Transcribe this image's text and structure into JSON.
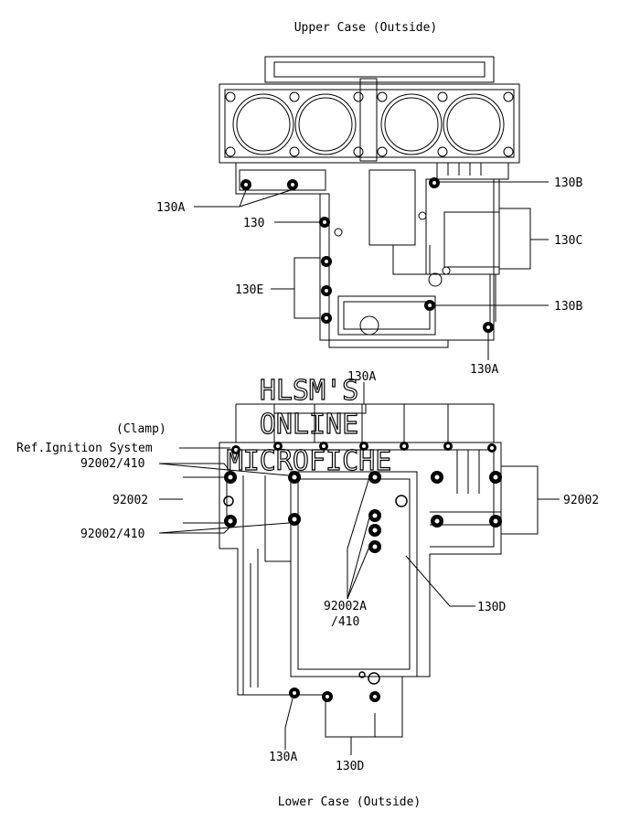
{
  "titles": {
    "upper": "Upper Case (Outside)",
    "lower": "Lower Case (Outside)"
  },
  "watermark": {
    "line1": "HLSM'S",
    "line2": "ONLINE",
    "line3": "MICROFICHE"
  },
  "upper_labels": {
    "l130A_left": "130A",
    "l130": "130",
    "l130E": "130E",
    "l130B_top": "130B",
    "l130C": "130C",
    "l130B_mid": "130B",
    "l130A_bottom": "130A"
  },
  "lower_labels": {
    "l130A_top": "130A",
    "clamp": "(Clamp)",
    "ref_ignition": "Ref.Ignition System",
    "l92002_410_top": "92002/410",
    "l92002_left": "92002",
    "l92002_410_mid": "92002/410",
    "l92002_right": "92002",
    "l92002A": "92002A",
    "l410": "/410",
    "l130D_right": "130D",
    "l130A_bottom": "130A",
    "l130D_bottom": "130D"
  }
}
